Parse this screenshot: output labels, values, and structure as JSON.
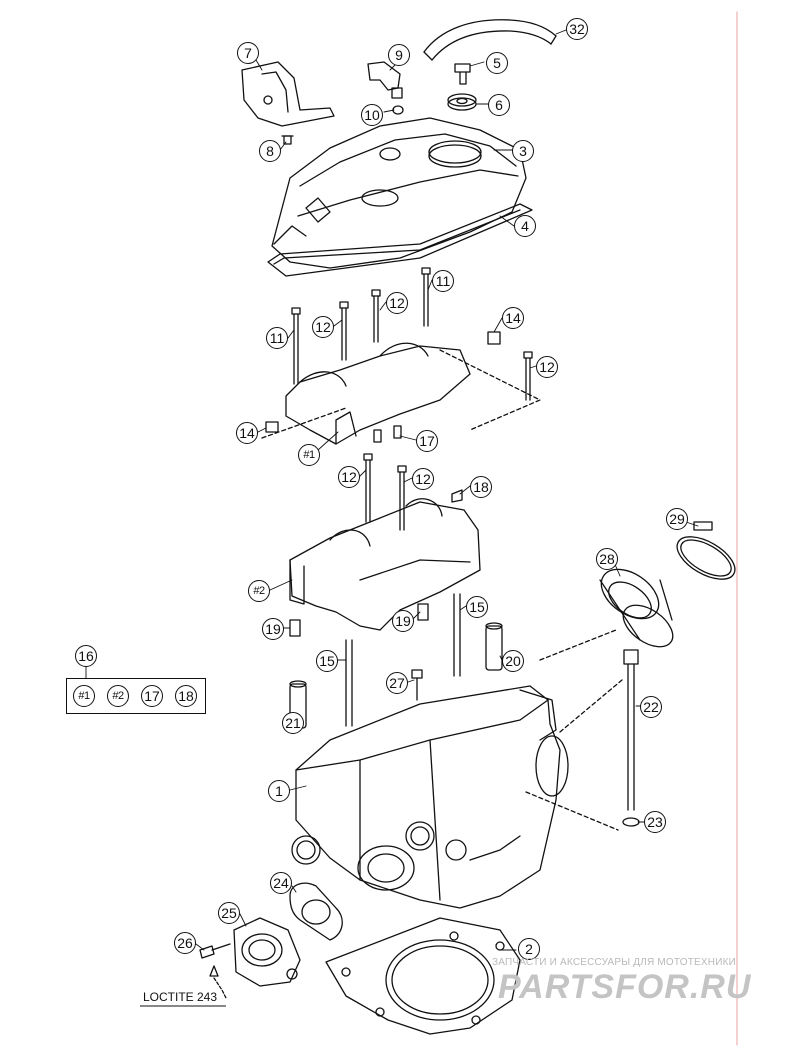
{
  "diagram": {
    "callouts": [
      {
        "id": "c7",
        "text": "7"
      },
      {
        "id": "c9",
        "text": "9"
      },
      {
        "id": "c32",
        "text": "32"
      },
      {
        "id": "c5",
        "text": "5"
      },
      {
        "id": "c10",
        "text": "10"
      },
      {
        "id": "c6",
        "text": "6"
      },
      {
        "id": "c8",
        "text": "8"
      },
      {
        "id": "c3",
        "text": "3"
      },
      {
        "id": "c4",
        "text": "4"
      },
      {
        "id": "c11a",
        "text": "11"
      },
      {
        "id": "c12a",
        "text": "12"
      },
      {
        "id": "c11b",
        "text": "11"
      },
      {
        "id": "c12b",
        "text": "12"
      },
      {
        "id": "c14a",
        "text": "14"
      },
      {
        "id": "c12c",
        "text": "12"
      },
      {
        "id": "c14b",
        "text": "14"
      },
      {
        "id": "c17a",
        "text": "17"
      },
      {
        "id": "c1a",
        "text": "#1"
      },
      {
        "id": "c12d",
        "text": "12"
      },
      {
        "id": "c12e",
        "text": "12"
      },
      {
        "id": "c18a",
        "text": "18"
      },
      {
        "id": "c29",
        "text": "29"
      },
      {
        "id": "c28",
        "text": "28"
      },
      {
        "id": "c2a",
        "text": "#2"
      },
      {
        "id": "c15a",
        "text": "15"
      },
      {
        "id": "c19a",
        "text": "19"
      },
      {
        "id": "c19b",
        "text": "19"
      },
      {
        "id": "c15b",
        "text": "15"
      },
      {
        "id": "c20",
        "text": "20"
      },
      {
        "id": "c16",
        "text": "16"
      },
      {
        "id": "c27",
        "text": "27"
      },
      {
        "id": "c21",
        "text": "21"
      },
      {
        "id": "c22",
        "text": "22"
      },
      {
        "id": "c1",
        "text": "1"
      },
      {
        "id": "c23",
        "text": "23"
      },
      {
        "id": "c24",
        "text": "24"
      },
      {
        "id": "c25",
        "text": "25"
      },
      {
        "id": "c26",
        "text": "26"
      },
      {
        "id": "c2",
        "text": "2"
      }
    ],
    "legend_items": [
      "#1",
      "#2",
      "17",
      "18"
    ],
    "loctite_label": "LOCTITE 243"
  },
  "watermark": {
    "tagline": "ЗАПЧАСТИ И АКСЕССУАРЫ ДЛЯ МОТОТЕХНИКИ",
    "brand": "PARTSFOR.RU"
  },
  "colors": {
    "line": "#111111",
    "margin_line": "#e8a0a0",
    "watermark": "#c4c4c4"
  }
}
